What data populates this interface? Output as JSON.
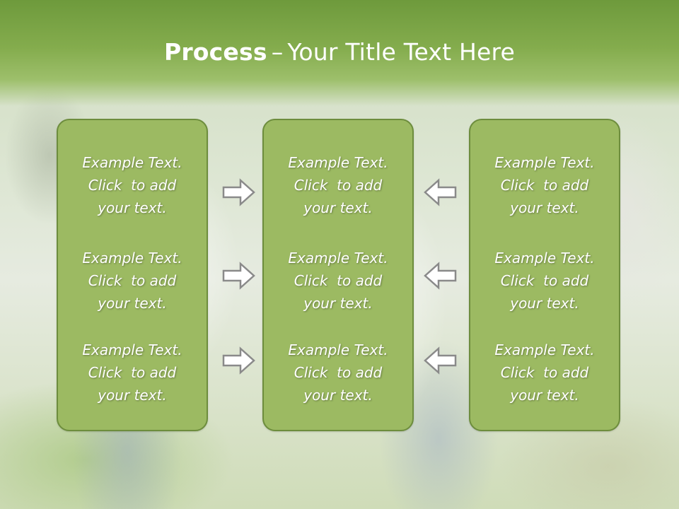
{
  "title": {
    "bold": "Process",
    "separator": "–",
    "rest": "Your Title Text Here"
  },
  "panels": [
    {
      "blocks": [
        {
          "line1": "Example Text.",
          "line2": "Click  to add",
          "line3": "your text."
        },
        {
          "line1": "Example Text.",
          "line2": "Click  to add",
          "line3": "your text."
        },
        {
          "line1": "Example Text.",
          "line2": "Click  to add",
          "line3": "your text."
        }
      ]
    },
    {
      "blocks": [
        {
          "line1": "Example Text.",
          "line2": "Click  to add",
          "line3": "your text."
        },
        {
          "line1": "Example Text.",
          "line2": "Click  to add",
          "line3": "your text."
        },
        {
          "line1": "Example Text.",
          "line2": "Click  to add",
          "line3": "your text."
        }
      ]
    },
    {
      "blocks": [
        {
          "line1": "Example Text.",
          "line2": "Click  to add",
          "line3": "your text."
        },
        {
          "line1": "Example Text.",
          "line2": "Click  to add",
          "line3": "your text."
        },
        {
          "line1": "Example Text.",
          "line2": "Click  to add",
          "line3": "your text."
        }
      ]
    }
  ],
  "arrows": {
    "left_group": "arrow-right-icon",
    "right_group": "arrow-left-icon"
  },
  "colors": {
    "title_band": "#7da547",
    "panel_fill": "#9cba62",
    "panel_border": "#6d8d3d",
    "text": "#ffffff",
    "arrow_stroke": "#8a8a8a"
  }
}
